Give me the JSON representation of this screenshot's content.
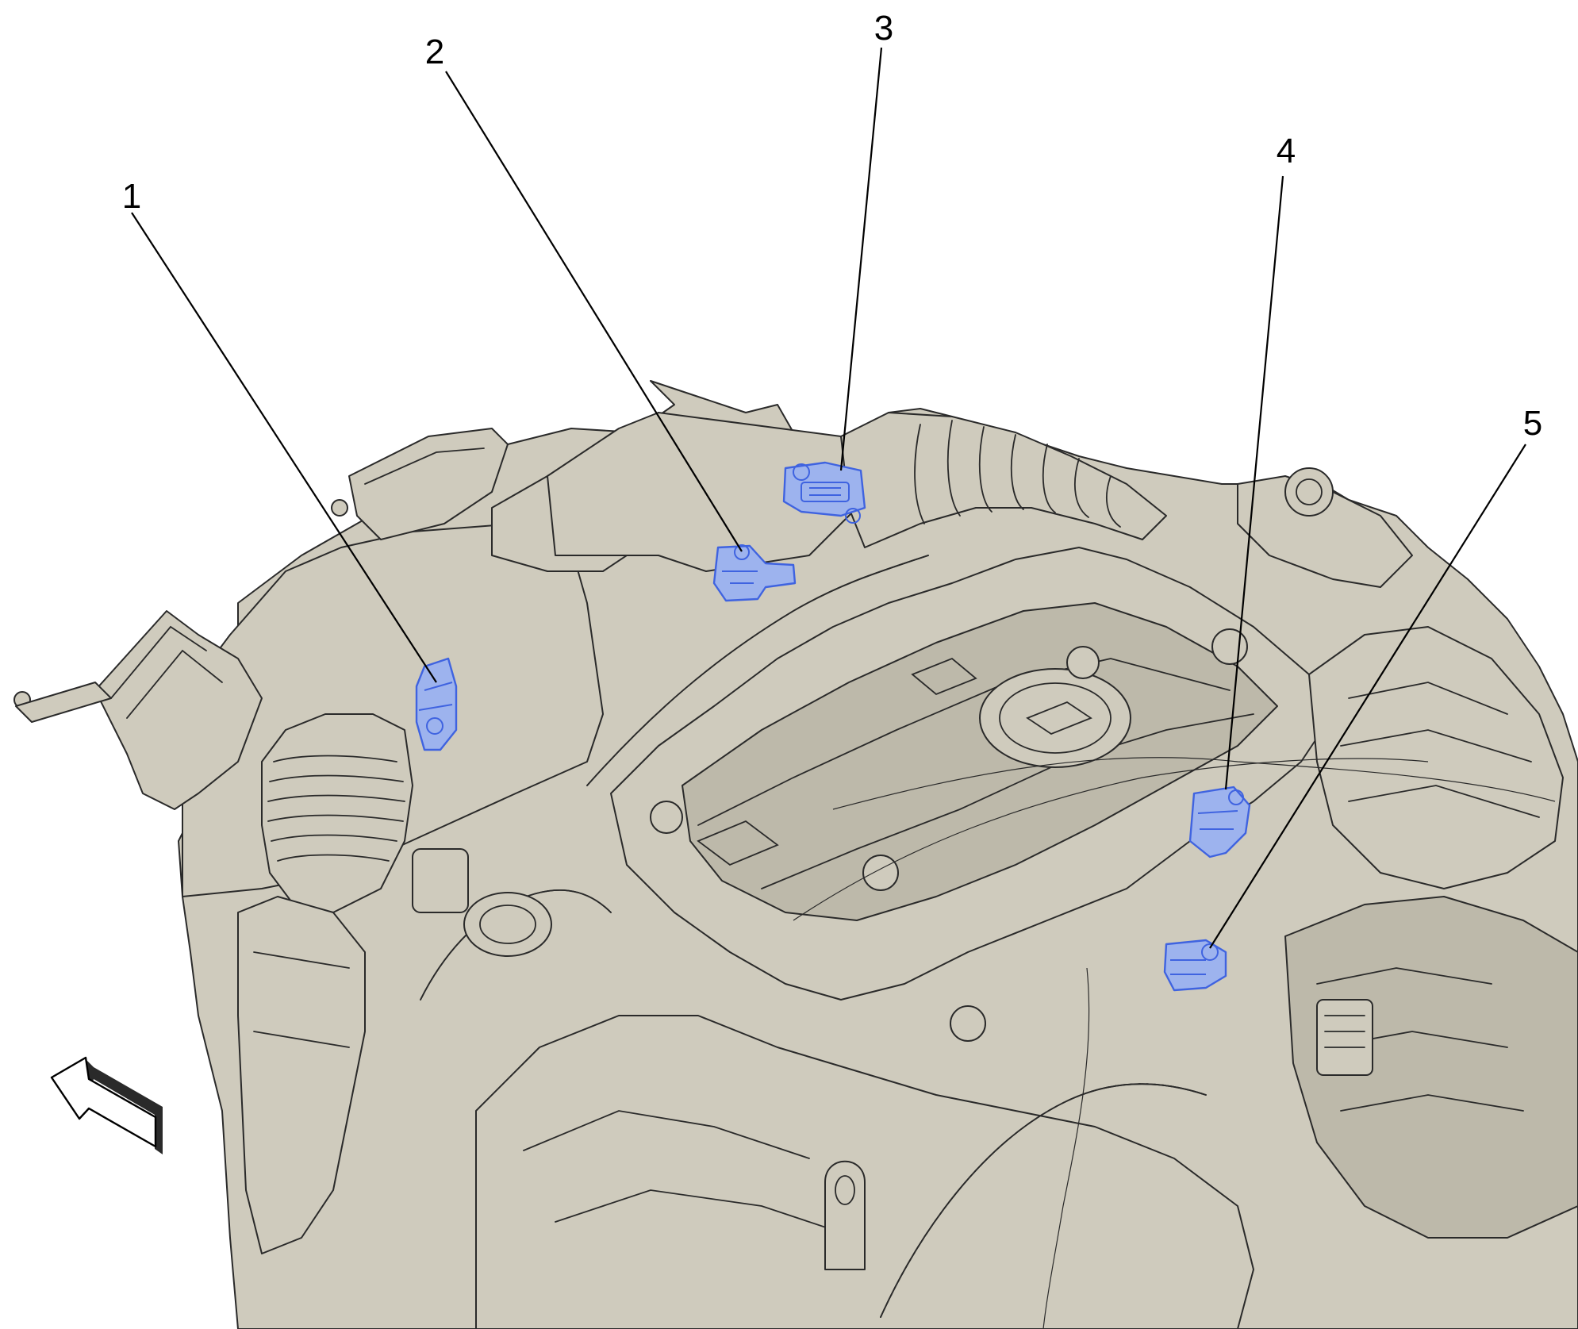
{
  "colors": {
    "engine_fill": "#cfcbbd",
    "outline": "#2a2a2a",
    "sensor_highlight": "#3f63e0",
    "sensor_fill": "#9db3ee"
  },
  "callouts": [
    {
      "label": "1"
    },
    {
      "label": "2"
    },
    {
      "label": "3"
    },
    {
      "label": "4"
    },
    {
      "label": "5"
    }
  ],
  "icons": {
    "direction_arrow": "front-direction-arrow-icon"
  }
}
